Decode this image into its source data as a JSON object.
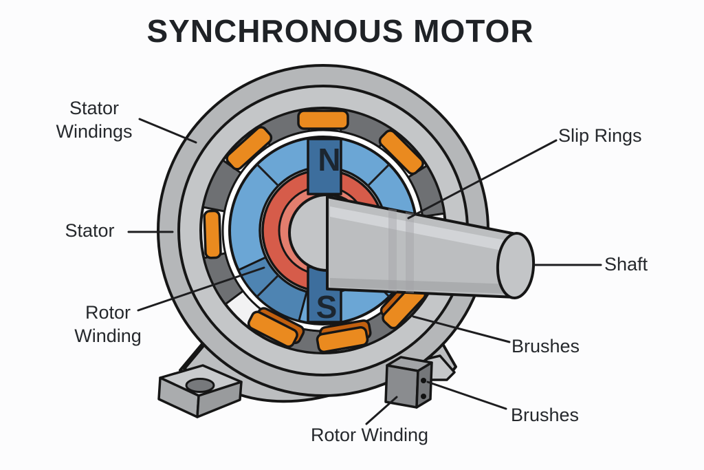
{
  "title": "SYNCHRONOUS MOTOR",
  "labels": {
    "stator_windings": "Stator Windings",
    "stator": "Stator",
    "rotor_winding_left": "Rotor Winding",
    "slip_rings": "Slip Rings",
    "shaft": "Shaft",
    "brushes_upper": "Brushes",
    "brushes_lower": "Brushes",
    "rotor_winding_bottom": "Rotor Winding"
  },
  "rotor_poles": {
    "north": "N",
    "south": "S"
  },
  "colors": {
    "outline": "#161616",
    "outer_ring": "#b5b7b9",
    "inner_ring": "#c4c6c8",
    "winding_zone": "#f2f2f3",
    "core_segment": "#6e7073",
    "winding_orange": "#ea8a1f",
    "winding_orange_dark": "#c2600f",
    "rotor_blue": "#6ba6d5",
    "rotor_blue_light": "#85b4dc",
    "rotor_blue_dark": "#4e84b2",
    "pole_blue": "#3d6e9d",
    "field_red": "#d65c4a",
    "field_red_light": "#e37e6e",
    "hub_gray": "#c3c5c7",
    "shaft_gray": "#bcbec0",
    "shaft_highlight": "#d6d8da",
    "shaft_shadow": "#a5a7a9",
    "base_gray": "#bcbec0",
    "strut_gray": "#b2b4b6",
    "foot_top": "#c9cbcd",
    "foot_left": "#aaacae",
    "foot_right": "#999b9d",
    "bolt_hole": "#77797c",
    "box_front": "#8a8c8f",
    "box_top": "#a2a4a7",
    "box_side": "#75777a",
    "bracket_gray": "#c6c8ca"
  }
}
